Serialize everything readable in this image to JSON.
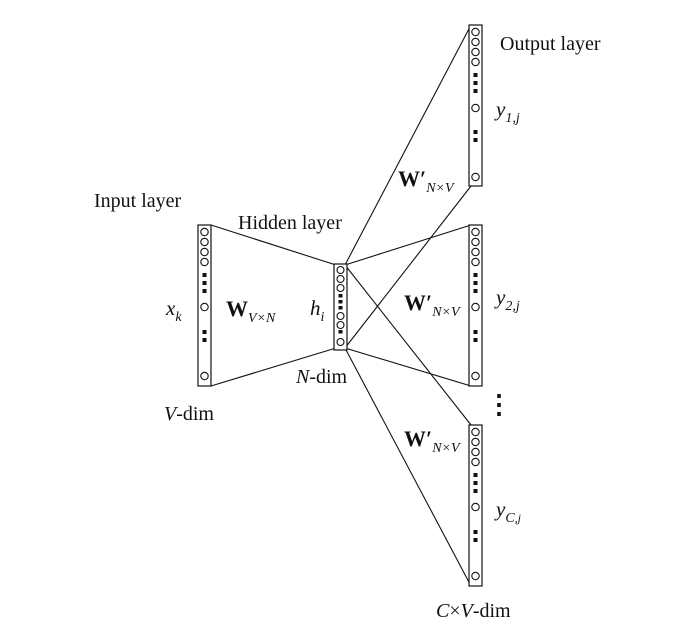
{
  "labels": {
    "input_layer": "Input layer",
    "hidden_layer": "Hidden layer",
    "output_layer": "Output layer",
    "input_var": "x",
    "input_sub": "k",
    "hidden_var": "h",
    "hidden_sub": "i",
    "w_in": "W",
    "w_in_sub": "V×N",
    "w_out": "W′",
    "w_out_sub": "N×V",
    "y": "y",
    "y1_sub": "1,j",
    "y2_sub": "2,j",
    "yc_sub1": "C",
    "yc_sub2": ",j",
    "v_dim_var": "V",
    "v_dim_rest": "-dim",
    "n_dim_var": "N",
    "n_dim_rest": "-dim",
    "cv_dim_c": "C",
    "cv_dim_times": "×",
    "cv_dim_v": "V",
    "cv_dim_rest": "-dim",
    "vertical_ellipsis": "⋮"
  }
}
